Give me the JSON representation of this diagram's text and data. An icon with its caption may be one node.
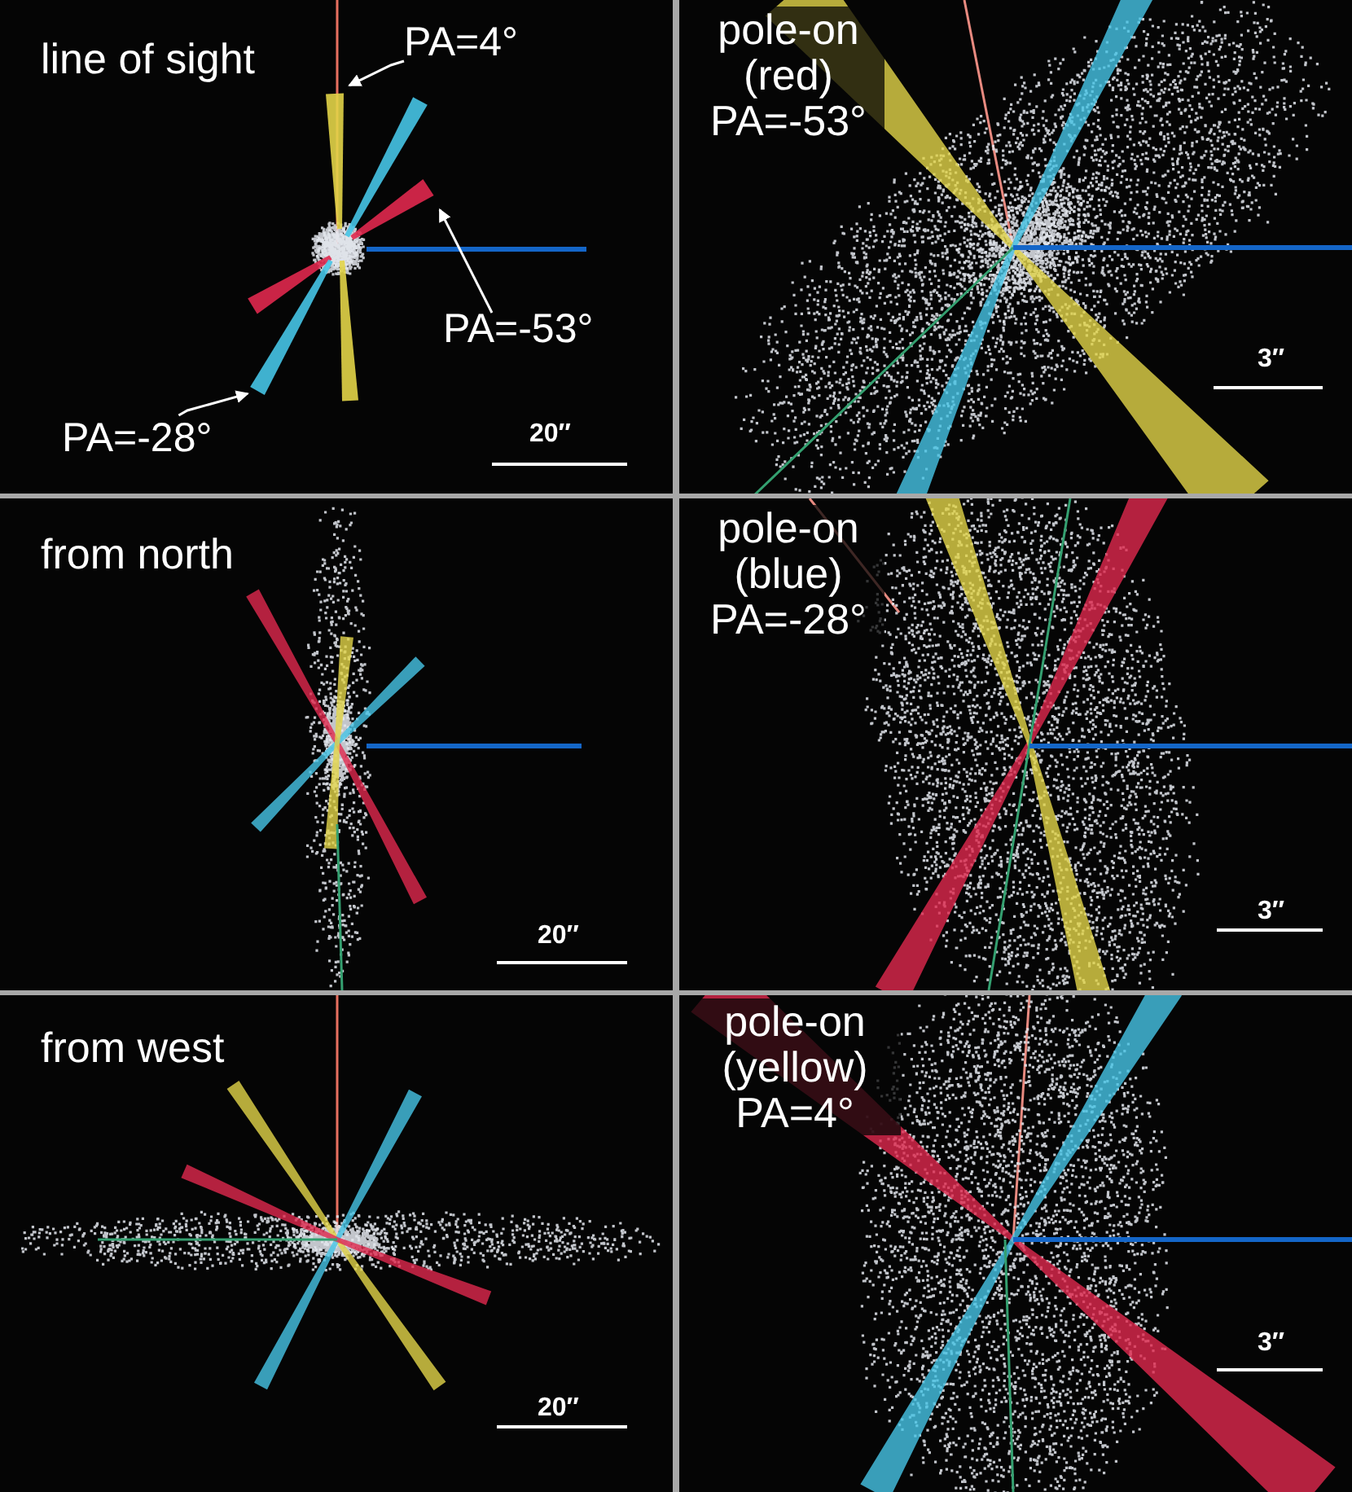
{
  "diagram": {
    "nodes": [
      {
        "text": [
          "line of sight",
          "20″"
        ]
      },
      {
        "text": [
          "PA=4°"
        ],
        "in": 0
      },
      {
        "text": [],
        "shape": "cone",
        "in": 0
      },
      {
        "text": [
          "PA=-53°"
        ],
        "in": 0
      },
      {
        "text": [],
        "shape": "cone",
        "in": 0
      },
      {
        "text": [
          "PA=-28°"
        ],
        "in": 0
      },
      {
        "text": [],
        "shape": "cone",
        "in": 0
      },
      {
        "text": [
          "pole-on (red) PA=-53°",
          "3″"
        ]
      },
      {
        "text": [
          "from north",
          "20″"
        ]
      },
      {
        "text": [
          "pole-on (blue) PA=-28°",
          "3″"
        ]
      },
      {
        "text": [
          "from west",
          "20″"
        ]
      },
      {
        "text": [
          "pole-on (yellow) PA=4°",
          "3″"
        ]
      }
    ],
    "edges": [
      {
        "from": 1,
        "to": 2,
        "arrow": "to"
      },
      {
        "from": 3,
        "to": 4,
        "arrow": "to"
      },
      {
        "from": 5,
        "to": 6,
        "arrow": "to"
      }
    ]
  }
}
